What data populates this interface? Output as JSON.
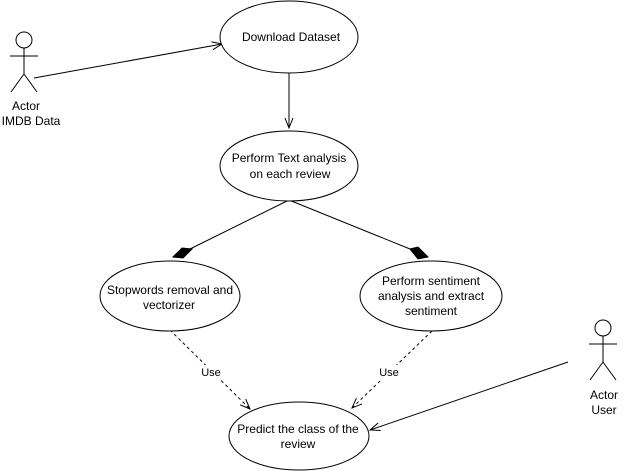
{
  "actors": {
    "imdb": {
      "line1": "Actor",
      "line2": "IMDB Data"
    },
    "user": {
      "line1": "Actor",
      "line2": "User"
    }
  },
  "use_cases": {
    "download": {
      "line1": "Download Dataset"
    },
    "text_analysis": {
      "line1": "Perform Text  analysis",
      "line2": "on each review"
    },
    "stopwords": {
      "line1": "Stopwords removal and",
      "line2": "vectorizer"
    },
    "sentiment": {
      "line1": "Perform sentiment",
      "line2": "analysis and extract",
      "line3": "sentiment"
    },
    "predict": {
      "line1": "Predict the class of the",
      "line2": "review"
    }
  },
  "relations": {
    "use_left": "Use",
    "use_right": "Use"
  }
}
